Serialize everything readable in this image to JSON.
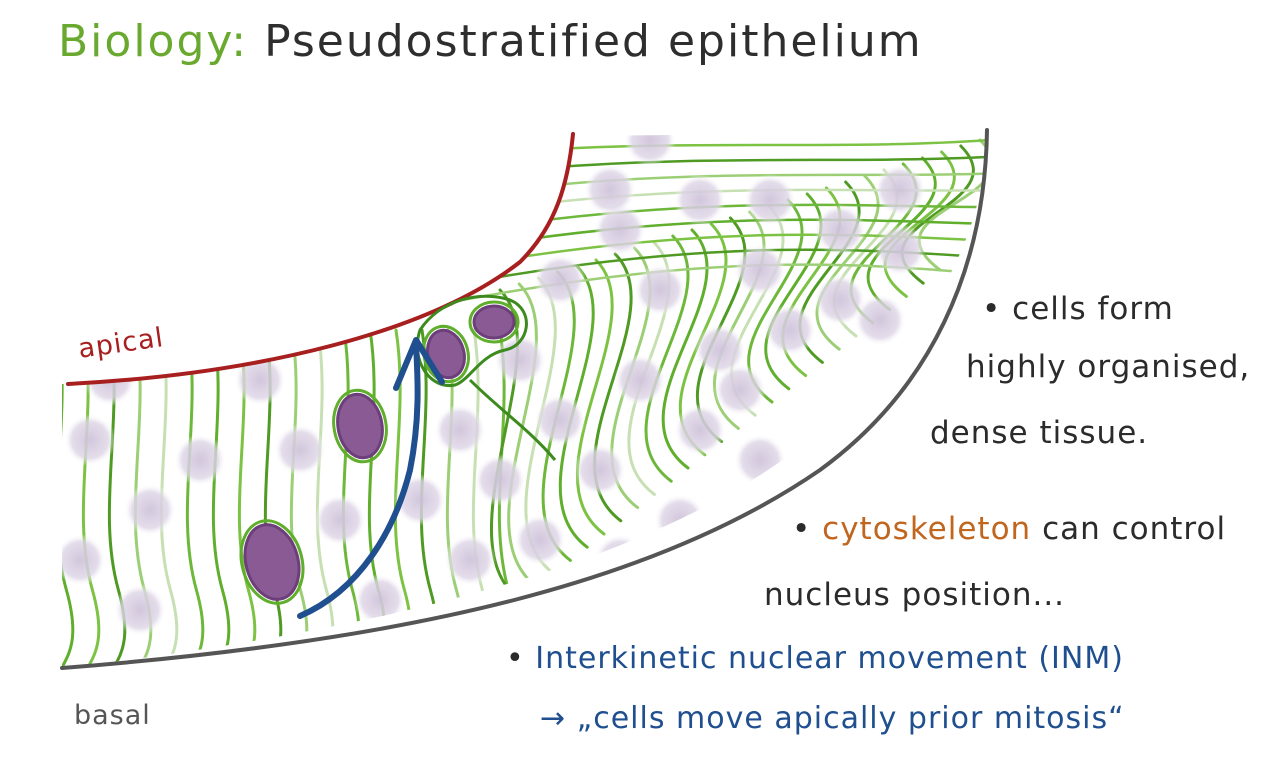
{
  "title": {
    "subject": "Biology:",
    "topic": "Pseudostratified epithelium"
  },
  "labels": {
    "apical": "apical",
    "basal": "basal"
  },
  "notes": [
    {
      "bullet": "•",
      "lines": [
        "cells form",
        "highly organised,",
        "dense tissue."
      ]
    },
    {
      "bullet": "•",
      "highlight": "cytoskeleton",
      "rest": " can control",
      "line2": "nucleus position..."
    },
    {
      "bullet": "•",
      "line1": "Interkinetic nuclear movement (INM)",
      "line2": "→ „cells move apically prior mitosis“"
    }
  ],
  "colors": {
    "title_accent": "#6aa92f",
    "apical_surface": "#a81f1f",
    "basal_surface": "#555555",
    "cell_outline": "#5fae2c",
    "nucleus": "#8a5a95",
    "nucleus_pale": "#d9d0e0",
    "arrow": "#1f4f8f",
    "highlight": "#c0661f"
  }
}
